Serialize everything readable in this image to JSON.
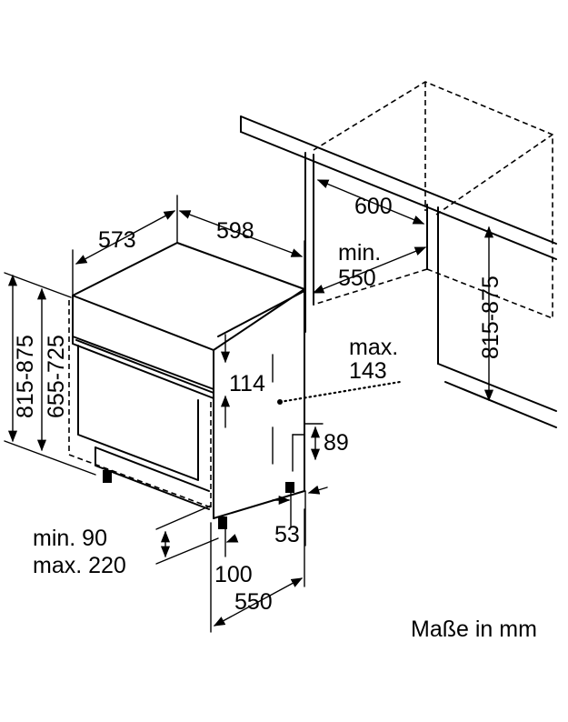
{
  "labels": {
    "depth_573": "573",
    "width_598": "598",
    "niche_width_600": "600",
    "min_label": "min.",
    "niche_depth_550": "550",
    "height_left": "815-875",
    "height_inner": "655-725",
    "height_right": "815-875",
    "max_label": "max.",
    "max_143": "143",
    "panel_114": "114",
    "kick_89": "89",
    "foot_53": "53",
    "feet_min": "min. 90",
    "feet_max": "max. 220",
    "dim_100": "100",
    "dim_550": "550",
    "units": "Maße in mm"
  }
}
